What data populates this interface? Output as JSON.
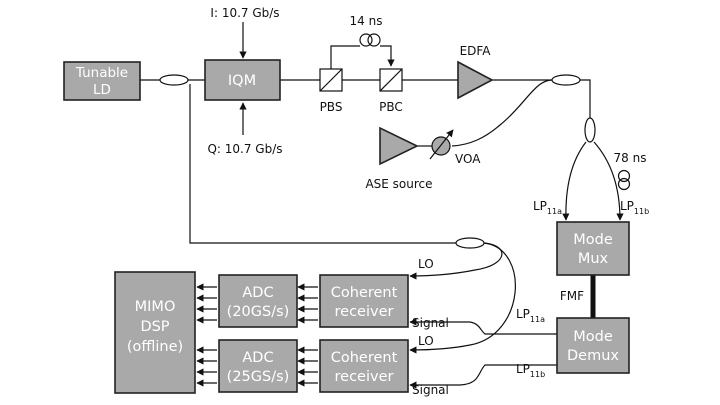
{
  "blocks": {
    "tunable_ld": [
      "Tunable",
      "LD"
    ],
    "iqm": "IQM",
    "mode_mux": [
      "Mode",
      "Mux"
    ],
    "mode_demux": [
      "Mode",
      "Demux"
    ],
    "coherent_receiver_top": [
      "Coherent",
      "receiver"
    ],
    "coherent_receiver_bottom": [
      "Coherent",
      "receiver"
    ],
    "adc_top": [
      "ADC",
      "(20GS/s)"
    ],
    "adc_bottom": [
      "ADC",
      "(25GS/s)"
    ],
    "mimo_dsp": [
      "MIMO",
      "DSP",
      "(offline)"
    ]
  },
  "labels": {
    "i_signal": "I: 10.7 Gb/s",
    "q_signal": "Q: 10.7 Gb/s",
    "delay_14": "14 ns",
    "delay_78": "78 ns",
    "pbs": "PBS",
    "pbc": "PBC",
    "edfa": "EDFA",
    "ase_source": "ASE source",
    "voa": "VOA",
    "fmf": "FMF",
    "lo_top": "LO",
    "signal_top": "Signal",
    "lo_bottom": "LO",
    "signal_bottom": "Signal",
    "lp11a_mux": {
      "base": "LP",
      "sub": "11a"
    },
    "lp11b_mux": {
      "base": "LP",
      "sub": "11b"
    },
    "lp11a_demux": {
      "base": "LP",
      "sub": "11a"
    },
    "lp11b_demux": {
      "base": "LP",
      "sub": "11b"
    }
  },
  "colors": {
    "block_fill": "#a9a9a9",
    "block_stroke": "#222222",
    "line": "#111111"
  }
}
